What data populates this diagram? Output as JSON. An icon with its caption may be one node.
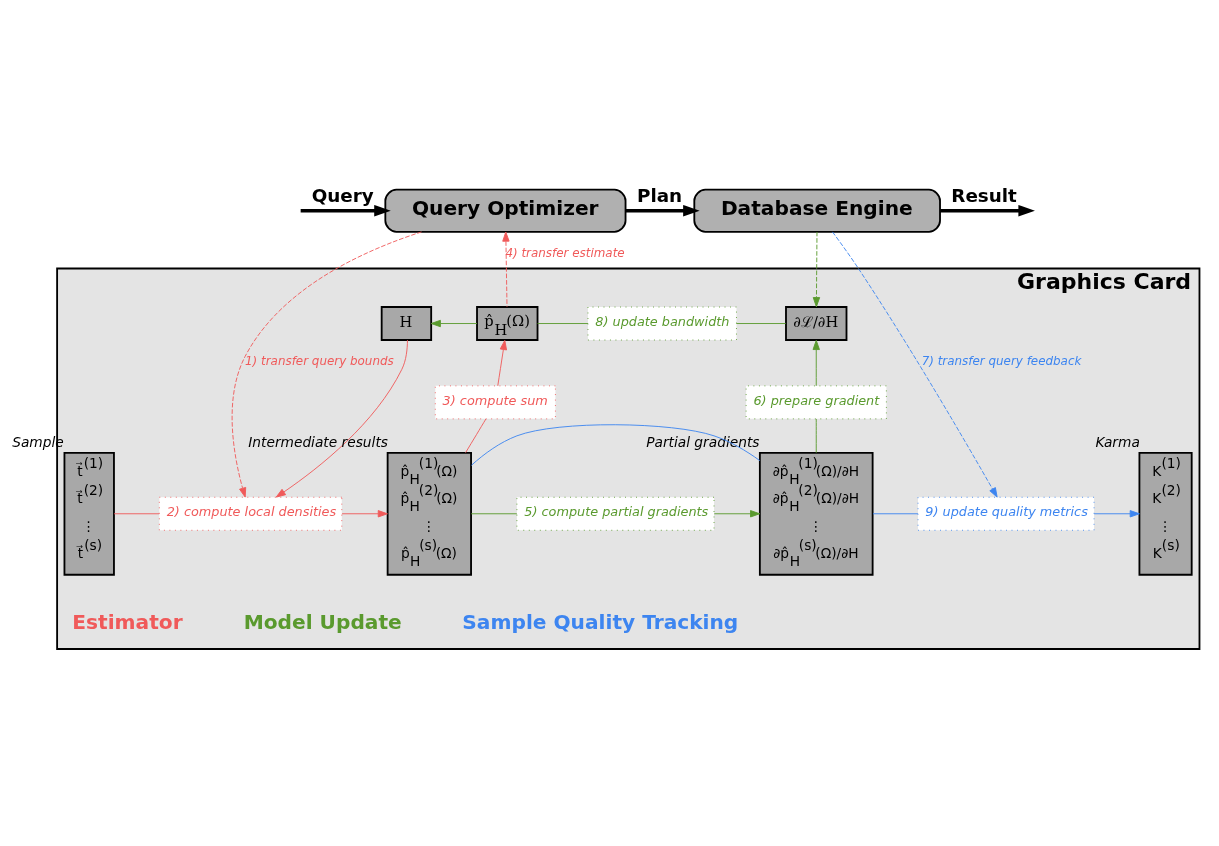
{
  "diagram": {
    "nodes": [
      {
        "text": [
          "Query Optimizer"
        ]
      },
      {
        "text": [
          "Database Engine"
        ]
      },
      {
        "text": [
          "Graphics Card"
        ]
      },
      {
        "text": [
          "H"
        ],
        "in": 2
      },
      {
        "text": [
          "p̂$_{H}$(Ω)"
        ],
        "in": 2
      },
      {
        "text": [
          "∂ℒ/∂H"
        ],
        "in": 2
      },
      {
        "text": [
          "8) update bandwidth"
        ],
        "in": 2
      },
      {
        "text": [
          "3) compute sum"
        ],
        "in": 2
      },
      {
        "text": [
          "6) prepare gradient"
        ],
        "in": 2
      },
      {
        "text": [
          "t⃗$^{(1)}$",
          "t⃗$^{(2)}$",
          "⋮",
          "t⃗$^{(s)}$"
        ],
        "in": 2,
        "beside": [
          "Sample"
        ]
      },
      {
        "text": [
          "2) compute local densities"
        ],
        "in": 2
      },
      {
        "text": [
          "p̂$_{H}$$^{(1)}$(Ω)",
          "p̂$_{H}$$^{(2)}$(Ω)",
          "⋮",
          "p̂$_{H}$$^{(s)}$(Ω)"
        ],
        "in": 2,
        "beside": [
          "Intermediate results"
        ]
      },
      {
        "text": [
          "5) compute partial gradients"
        ],
        "in": 2
      },
      {
        "text": [
          "∂p̂$_{H}$$^{(1)}$(Ω)/∂H",
          "∂p̂$_{H}$$^{(2)}$(Ω)/∂H",
          "⋮",
          "∂p̂$_{H}$$^{(s)}$(Ω)/∂H"
        ],
        "in": 2,
        "beside": [
          "Partial gradients"
        ]
      },
      {
        "text": [
          "9) update quality metrics"
        ],
        "in": 2
      },
      {
        "text": [
          "K$^{(1)}$",
          "K$^{(2)}$",
          "⋮",
          "K$^{(s)}$"
        ],
        "in": 2,
        "beside": [
          "Karma"
        ]
      }
    ],
    "edges": [
      {
        "from": null,
        "to": 0,
        "arrow": "to",
        "label": "Query",
        "style": "thick",
        "color": "#000000"
      },
      {
        "from": 0,
        "to": 1,
        "arrow": "to",
        "label": "Plan",
        "style": "thick",
        "color": "#000000"
      },
      {
        "from": 1,
        "to": null,
        "arrow": "to",
        "label": "Result",
        "style": "thick",
        "color": "#000000"
      },
      {
        "from": 0,
        "to": 10,
        "arrow": "to",
        "label": "1) transfer query bounds",
        "style": "dashed",
        "color": "#f05a5a"
      },
      {
        "from": 4,
        "to": 0,
        "arrow": "to",
        "label": "4) transfer estimate",
        "style": "dashed",
        "color": "#f05a5a"
      },
      {
        "from": 1,
        "to": 5,
        "arrow": "to",
        "style": "dashed",
        "color": "#5a9a2e"
      },
      {
        "from": 1,
        "to": 14,
        "arrow": "to",
        "label": "7) transfer query feedback",
        "style": "dashed",
        "color": "#3d85f0"
      },
      {
        "from": 4,
        "to": 3,
        "arrow": "to",
        "color": "#5a9a2e"
      },
      {
        "from": 4,
        "to": 6,
        "arrow": "none",
        "color": "#5a9a2e"
      },
      {
        "from": 6,
        "to": 5,
        "arrow": "none",
        "color": "#5a9a2e"
      },
      {
        "from": 3,
        "to": 10,
        "arrow": "to",
        "color": "#f05a5a"
      },
      {
        "from": 9,
        "to": 10,
        "arrow": "none",
        "color": "#f05a5a"
      },
      {
        "from": 10,
        "to": 11,
        "arrow": "to",
        "color": "#f05a5a"
      },
      {
        "from": 11,
        "to": 7,
        "arrow": "none",
        "color": "#f05a5a"
      },
      {
        "from": 7,
        "to": 4,
        "arrow": "to",
        "color": "#f05a5a"
      },
      {
        "from": 11,
        "to": 12,
        "arrow": "none",
        "color": "#5a9a2e"
      },
      {
        "from": 12,
        "to": 13,
        "arrow": "to",
        "color": "#5a9a2e"
      },
      {
        "from": 13,
        "to": 8,
        "arrow": "none",
        "color": "#5a9a2e"
      },
      {
        "from": 8,
        "to": 5,
        "arrow": "to",
        "color": "#5a9a2e"
      },
      {
        "from": 11,
        "to": 13,
        "arrow": "none",
        "color": "#3d85f0"
      },
      {
        "from": 13,
        "to": 14,
        "arrow": "none",
        "color": "#3d85f0"
      },
      {
        "from": 14,
        "to": 15,
        "arrow": "to",
        "color": "#3d85f0"
      }
    ],
    "labels": [
      "Estimator",
      "Model Update",
      "Sample Quality Tracking"
    ]
  }
}
